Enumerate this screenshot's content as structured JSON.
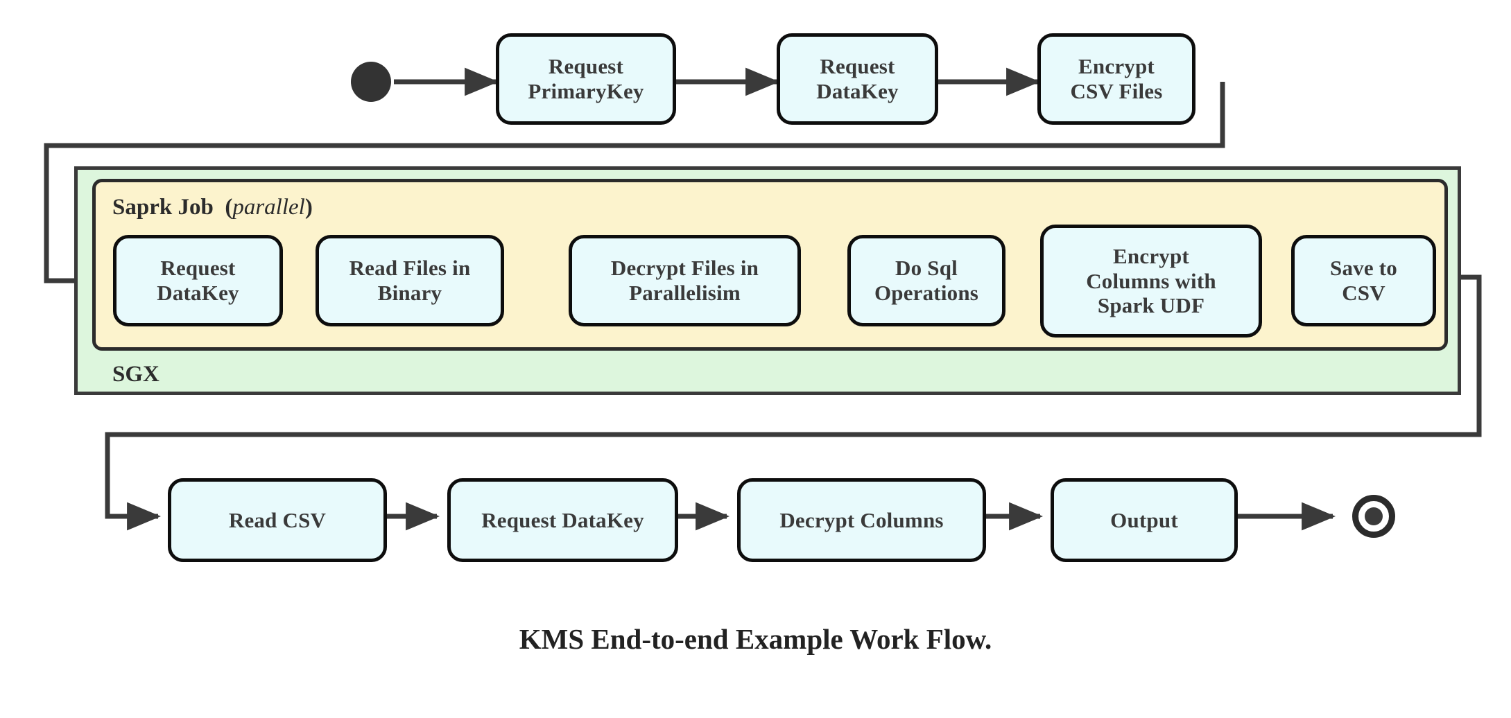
{
  "diagram": {
    "caption": "KMS End-to-end Example Work Flow.",
    "colors": {
      "node_fill": "#E8FAFC",
      "node_stroke": "#0D0D0D",
      "sgx_fill": "#DDF6DD",
      "spark_fill": "#FCF3CD",
      "wire": "#3A3A3A",
      "start_node": "#333333"
    },
    "containers": {
      "spark": {
        "title": "Saprk Job",
        "modifier_open": "(",
        "modifier": "parallel",
        "modifier_close": ")"
      },
      "sgx": {
        "title": "SGX"
      }
    },
    "start_node": {
      "label": "start-node"
    },
    "end_node": {
      "label": "end-node"
    },
    "rows": {
      "top": [
        {
          "id": "request-primarykey",
          "lines": [
            "Request",
            "PrimaryKey"
          ]
        },
        {
          "id": "request-datakey-top",
          "lines": [
            "Request",
            "DataKey"
          ]
        },
        {
          "id": "encrypt-csv-files",
          "lines": [
            "Encrypt",
            "CSV Files"
          ]
        }
      ],
      "spark": [
        {
          "id": "request-datakey-spark",
          "lines": [
            "Request",
            "DataKey"
          ]
        },
        {
          "id": "read-files-in-binary",
          "lines": [
            "Read Files in",
            "Binary"
          ]
        },
        {
          "id": "decrypt-files-in-parallelisim",
          "lines": [
            "Decrypt Files in",
            "Parallelisim"
          ]
        },
        {
          "id": "do-sql-operations",
          "lines": [
            "Do Sql",
            "Operations"
          ]
        },
        {
          "id": "encrypt-columns-with-spark-udf",
          "lines": [
            "Encrypt",
            "Columns with",
            "Spark UDF"
          ]
        },
        {
          "id": "save-to-csv",
          "lines": [
            "Save to CSV"
          ]
        }
      ],
      "bottom": [
        {
          "id": "read-csv",
          "lines": [
            "Read CSV"
          ]
        },
        {
          "id": "request-datakey-bottom",
          "lines": [
            "Request DataKey"
          ]
        },
        {
          "id": "decrypt-columns",
          "lines": [
            "Decrypt Columns"
          ]
        },
        {
          "id": "output",
          "lines": [
            "Output"
          ]
        }
      ]
    }
  }
}
